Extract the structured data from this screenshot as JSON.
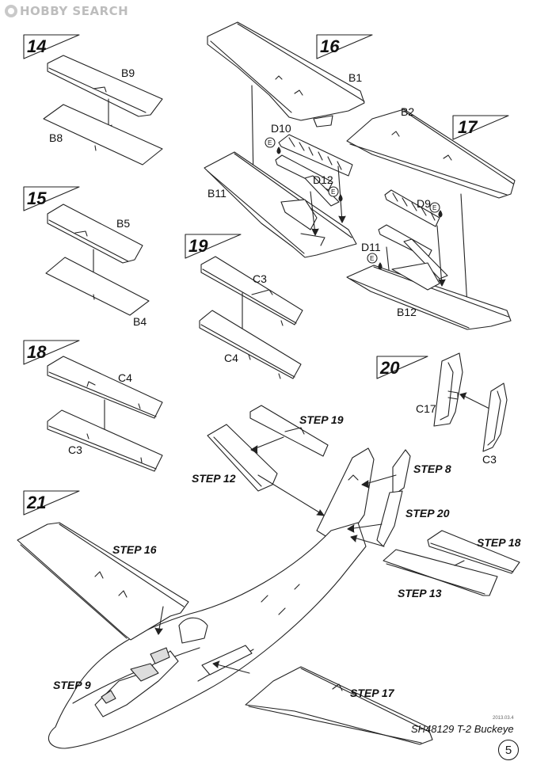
{
  "watermark": "HOBBY SEARCH",
  "steps": {
    "s14": "14",
    "s15": "15",
    "s16": "16",
    "s17": "17",
    "s18": "18",
    "s19": "19",
    "s20": "20",
    "s21": "21"
  },
  "parts": {
    "b9": "B9",
    "b8": "B8",
    "b5": "B5",
    "b4": "B4",
    "c4_s18": "C4",
    "c3_s18": "C3",
    "b1": "B1",
    "b2": "B2",
    "b11": "B11",
    "b12": "B12",
    "d10": "D10",
    "d12": "D12",
    "d9": "D9",
    "d11": "D11",
    "c3_s19": "C3",
    "c4_s19": "C4",
    "c17": "C17",
    "c3_s20": "C3"
  },
  "glue_marks": [
    "E",
    "E",
    "E",
    "E"
  ],
  "references": {
    "step19": "STEP 19",
    "step12": "STEP 12",
    "step8": "STEP 8",
    "step20": "STEP 20",
    "step18": "STEP 18",
    "step13": "STEP 13",
    "step16": "STEP 16",
    "step9": "STEP 9",
    "step17": "STEP 17"
  },
  "footer": {
    "product": "SH48129 T-2 Buckeye",
    "print_code": "2013.03.4",
    "page": "5"
  }
}
